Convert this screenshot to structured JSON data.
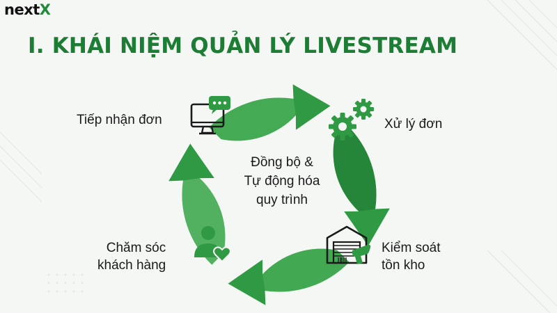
{
  "brand": {
    "logo_main": "next",
    "logo_accent": "X"
  },
  "title": "I. KHÁI NIỆM QUẢN LÝ LIVESTREAM",
  "center": {
    "line1": "Đồng bộ &",
    "line2": "Tự động hóa",
    "line3": "quy trình"
  },
  "steps": {
    "receive": {
      "line1": "Tiếp nhận đơn",
      "icon": "monitor-chat-icon"
    },
    "process": {
      "line1": "Xử lý đơn",
      "icon": "gears-icon"
    },
    "inventory": {
      "line1": "Kiểm soát",
      "line2": "tồn kho",
      "icon": "warehouse-scanner-icon"
    },
    "care": {
      "line1": "Chăm sóc",
      "line2": "khách hàng",
      "icon": "user-heart-icon"
    }
  },
  "colors": {
    "primary": "#1e7d35",
    "arrow_light": "#4caf50",
    "arrow_dark": "#1b6e2e",
    "background": "#f4f7f4"
  }
}
